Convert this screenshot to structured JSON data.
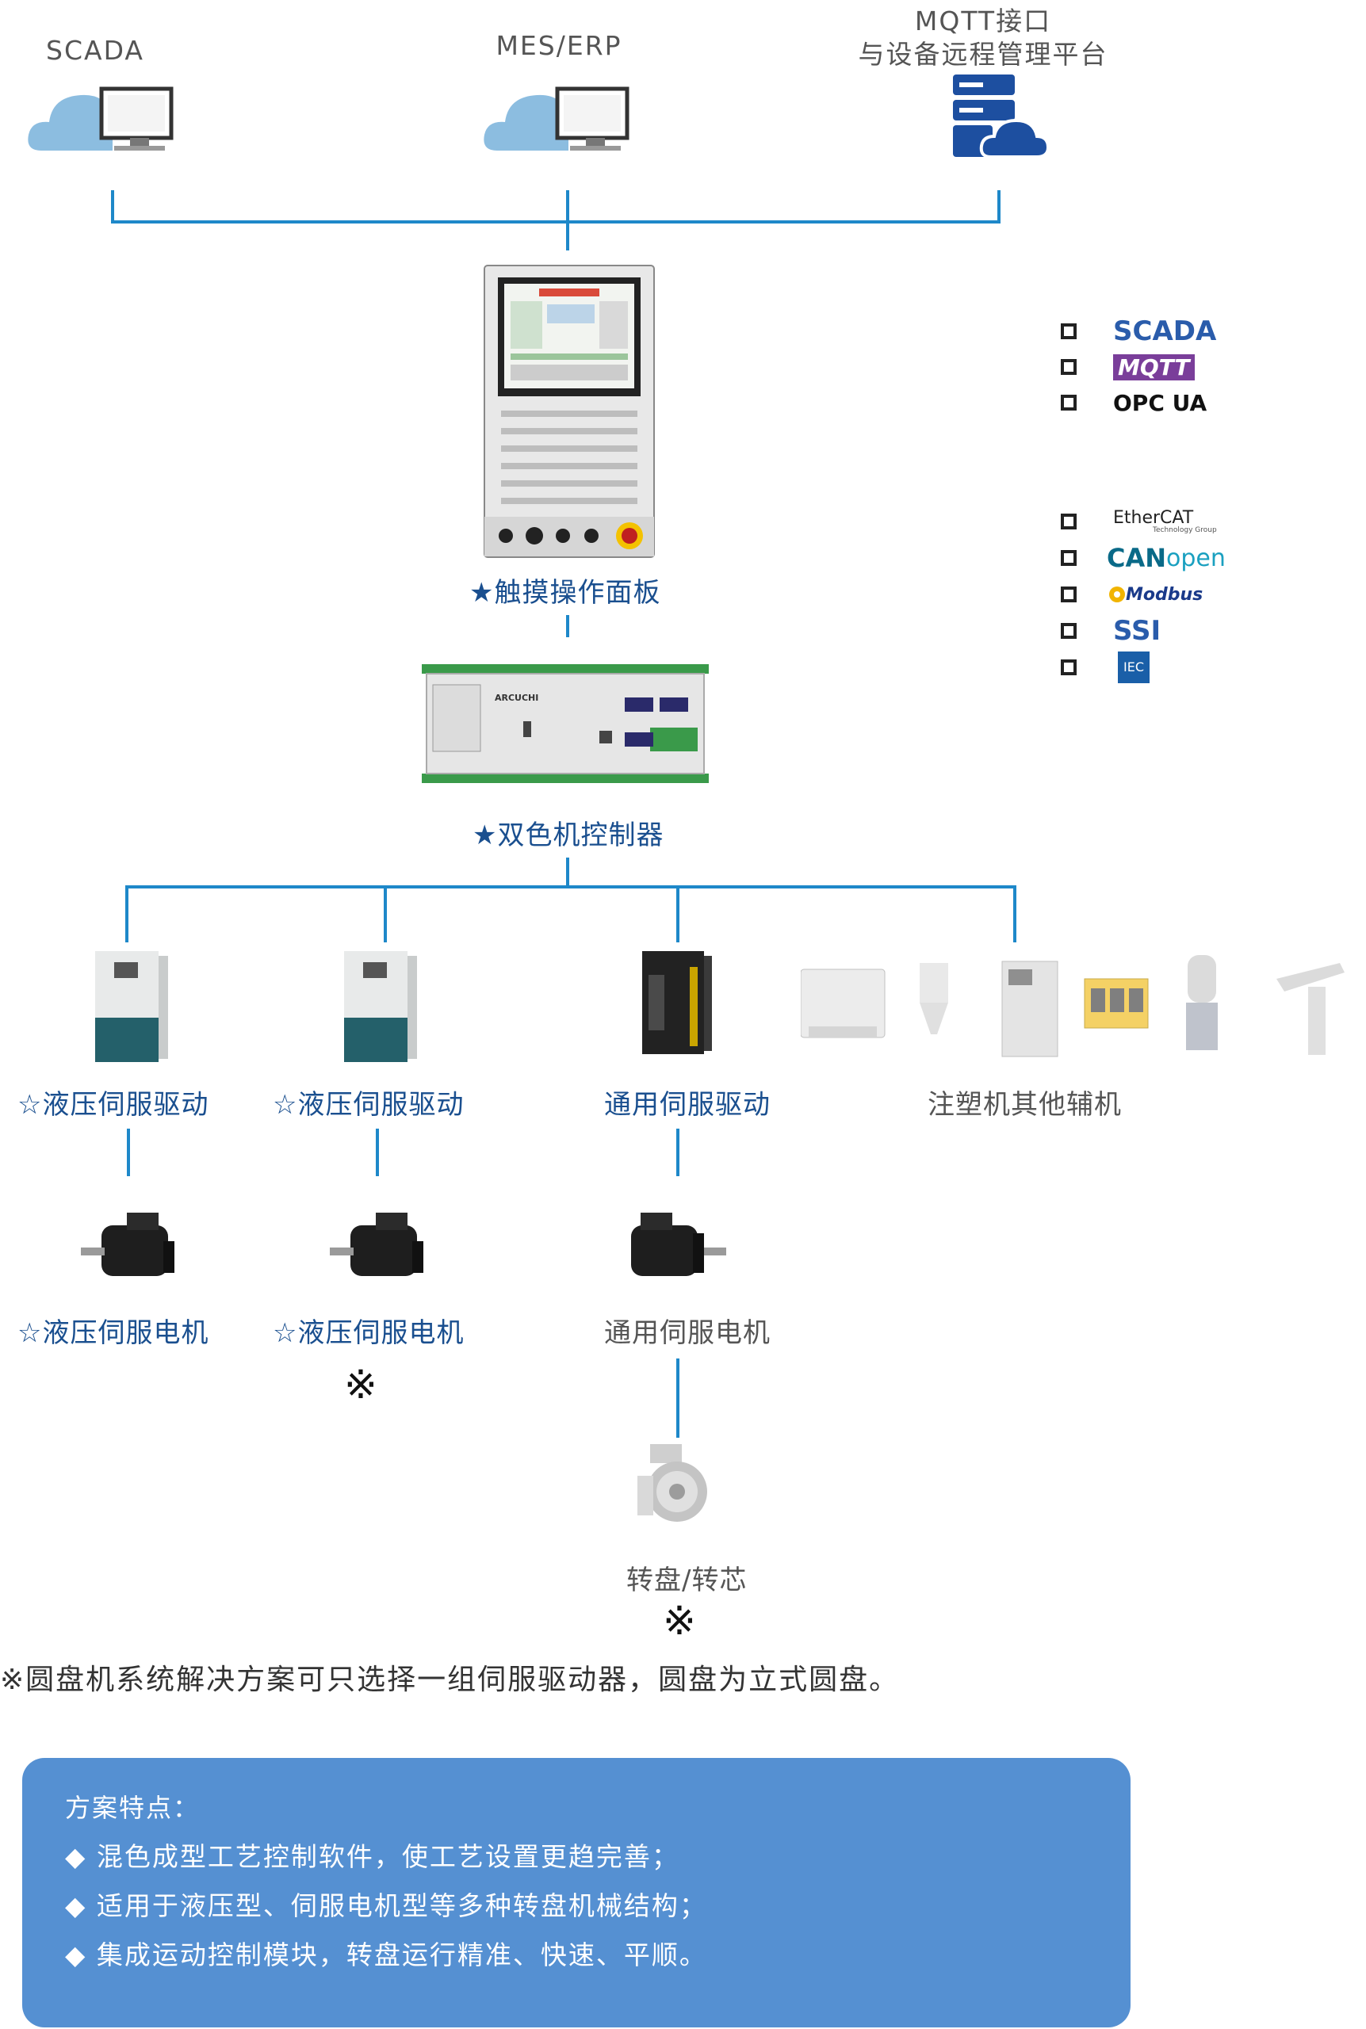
{
  "top": {
    "scada_label": "SCADA",
    "mes_label": "MES/ERP",
    "mqtt_line1": "MQTT接口",
    "mqtt_line2": "与设备远程管理平台"
  },
  "protocols_group1": [
    "SCADA",
    "MQTT",
    "OPC UA"
  ],
  "protocols_group2": {
    "ethercat": "EtherCAT",
    "ethercat_sub": "Technology Group",
    "canopen_a": "CAN",
    "canopen_b": "open",
    "modbus": "Modbus",
    "ssi": "SSI",
    "iec": "IEC"
  },
  "panel_label": "★触摸操作面板",
  "controller_label": "★双色机控制器",
  "controller_brand": "ARCUCHI",
  "drives": [
    {
      "label": "☆液压伺服驱动"
    },
    {
      "label": "☆液压伺服驱动"
    },
    {
      "label": "通用伺服驱动"
    }
  ],
  "aux_label": "注塑机其他辅机",
  "motors": [
    {
      "label": "☆液压伺服电机"
    },
    {
      "label": "☆液压伺服电机"
    },
    {
      "label": "通用伺服电机"
    }
  ],
  "ref_mark": "※",
  "turntable_label": "转盘/转芯",
  "footnote": "※圆盘机系统解决方案可只选择一组伺服驱动器，圆盘为立式圆盘。",
  "features": {
    "title": "方案特点：",
    "items": [
      "◆ 混色成型工艺控制软件，使工艺设置更趋完善；",
      "◆ 适用于液压型、伺服电机型等多种转盘机械结构；",
      "◆ 集成运动控制模块，转盘运行精准、快速、平顺。"
    ]
  },
  "colors": {
    "line": "#1e88c9",
    "label_blue": "#1a4f8f",
    "panel_bg": "#5590d2",
    "cloud": "#8cbde0",
    "server": "#1d4fa0"
  }
}
